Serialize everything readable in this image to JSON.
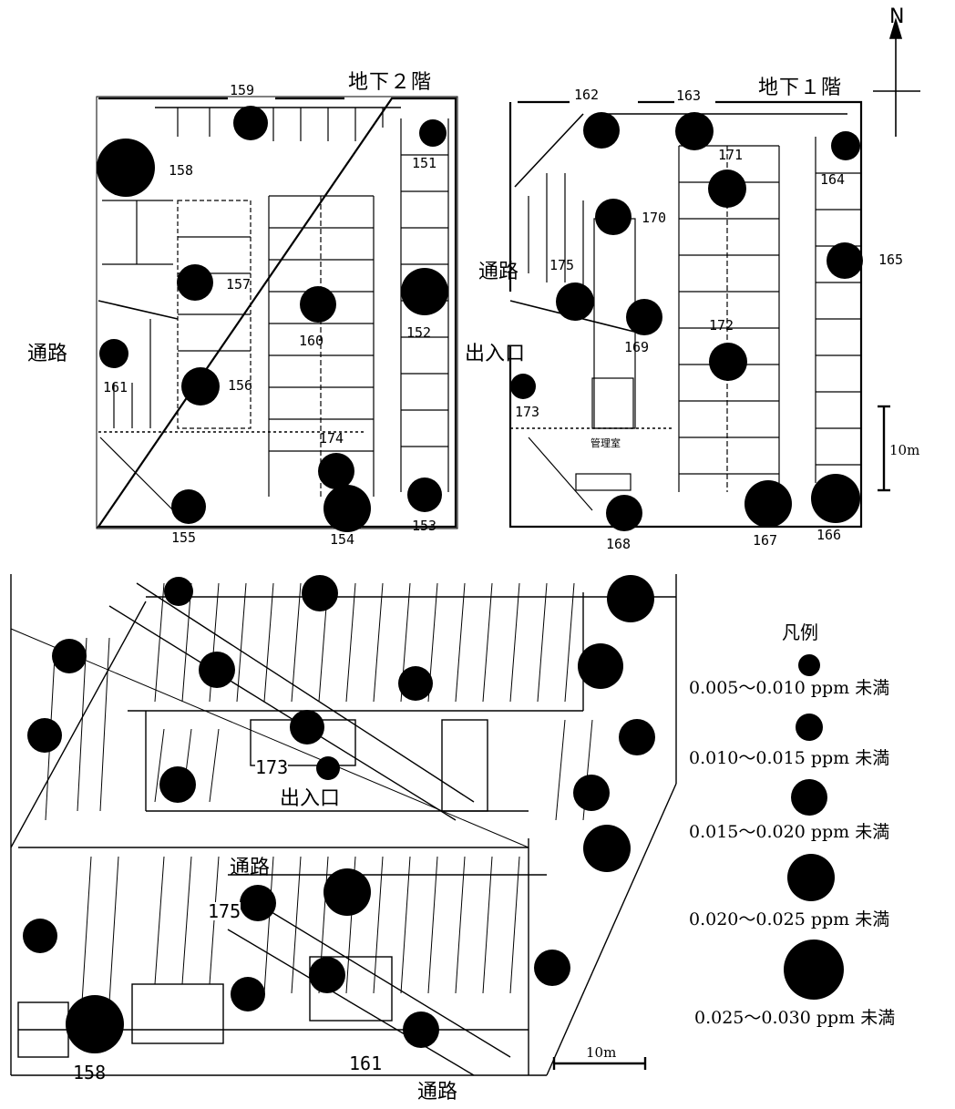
{
  "north_label": "N",
  "floors": {
    "b2": {
      "title": "地下２階",
      "road_label": "通路"
    },
    "b1": {
      "title": "地下１階",
      "road_label": "通路",
      "entrance_label": "出入口",
      "office_label": "管理室"
    }
  },
  "scale_label": "10m",
  "perspective": {
    "road_label_mid": "通路",
    "road_label_bottom": "通路",
    "entrance_label": "出入口",
    "scale_label": "10m"
  },
  "stations": {
    "s151": "151",
    "s152": "152",
    "s153": "153",
    "s154": "154",
    "s155": "155",
    "s156": "156",
    "s157": "157",
    "s158": "158",
    "s159": "159",
    "s160": "160",
    "s161": "161",
    "s162": "162",
    "s163": "163",
    "s164": "164",
    "s165": "165",
    "s166": "166",
    "s167": "167",
    "s168": "168",
    "s169": "169",
    "s170": "170",
    "s171": "171",
    "s172": "172",
    "s173": "173",
    "s174": "174",
    "s175": "175",
    "p173": "173",
    "p175": "175",
    "p158": "158",
    "p161": "161"
  },
  "legend": {
    "title": "凡例",
    "items": [
      {
        "label": "0.005～0.010 ppm 未満"
      },
      {
        "label": "0.010～0.015 ppm 未満"
      },
      {
        "label": "0.015～0.020 ppm 未満"
      },
      {
        "label": "0.020～0.025 ppm 未満"
      },
      {
        "label": "0.025～0.030 ppm 未満"
      }
    ]
  }
}
